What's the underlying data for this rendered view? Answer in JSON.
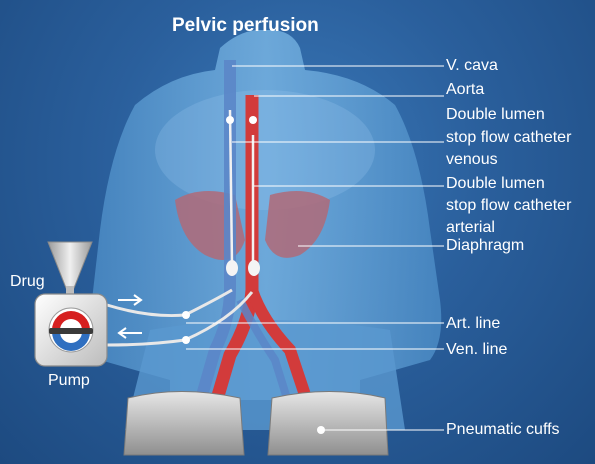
{
  "title": "Pelvic perfusion",
  "labels": {
    "v_cava": "V. cava",
    "aorta": "Aorta",
    "catheter_venous": [
      "Double lumen",
      "stop flow catheter",
      "venous"
    ],
    "catheter_arterial": [
      "Double lumen",
      "stop flow catheter",
      "arterial"
    ],
    "diaphragm": "Diaphragm",
    "art_line": "Art. line",
    "ven_line": "Ven. line",
    "pneumatic_cuffs": "Pneumatic cuffs",
    "drug": "Drug",
    "pump": "Pump"
  },
  "colors": {
    "background": "#2a5f9c",
    "body": "#5f9fd4",
    "artery": "#d23b3b",
    "vein": "#5b86c8",
    "diaphragm": "#b06a78",
    "cuff": "#c8c8c8",
    "pump_red": "#d62020",
    "pump_blue": "#2f6fc0"
  }
}
